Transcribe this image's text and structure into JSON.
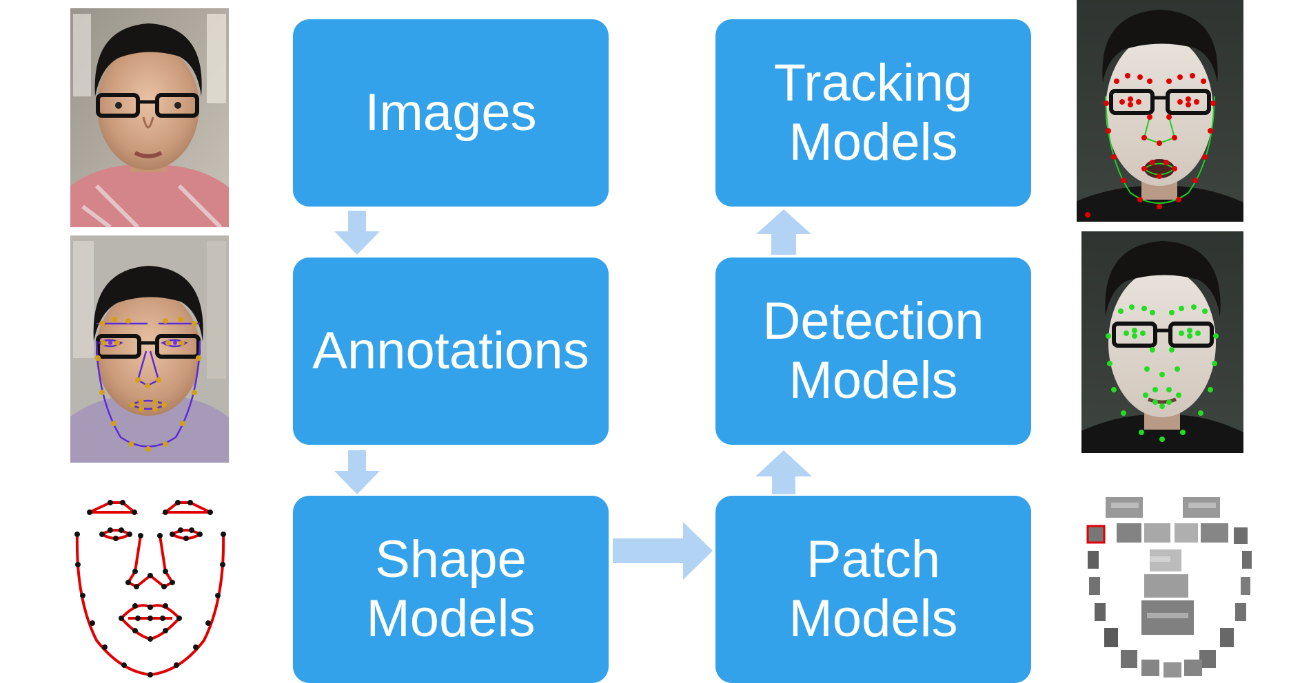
{
  "boxes": {
    "images": {
      "line1": "Images"
    },
    "annotations": {
      "line1": "Annotations"
    },
    "shape_models": {
      "line1": "Shape",
      "line2": "Models"
    },
    "patch_models": {
      "line1": "Patch",
      "line2": "Models"
    },
    "detection_models": {
      "line1": "Detection",
      "line2": "Models"
    },
    "tracking_models": {
      "line1": "Tracking",
      "line2": "Models"
    }
  },
  "colors": {
    "box": "#33a2ea",
    "arrow": "#b3d3f4",
    "annotation_points": "#d4a017",
    "annotation_lines": "#5a2bd6",
    "shape_lines": "#e00000",
    "shape_points": "#111111",
    "tracking_points": "#e00000",
    "tracking_lines": "#22cc22",
    "detection_points": "#22dd22"
  },
  "icons": {
    "flow_arrows": "block-arrow",
    "face_photos": "face-photo",
    "shape_model": "face-shape-wireframe",
    "patch_model": "face-patch-grid"
  }
}
